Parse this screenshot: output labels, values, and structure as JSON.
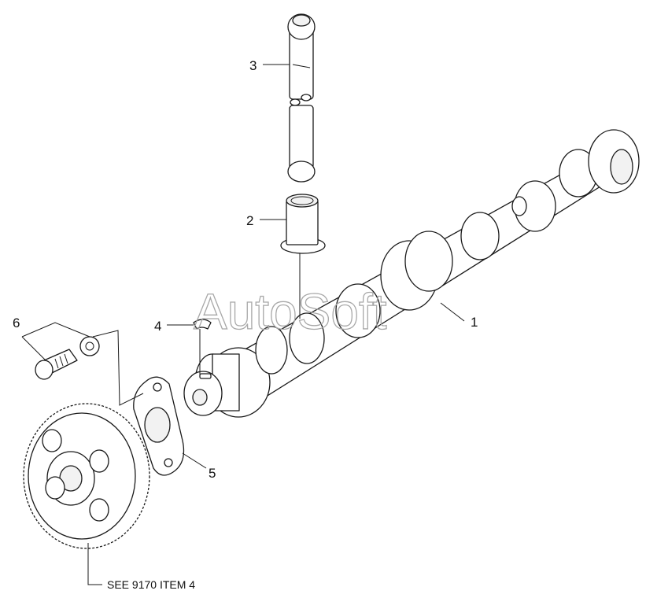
{
  "watermark": "AutoSoft",
  "callouts": {
    "c1": "1",
    "c2": "2",
    "c3": "3",
    "c4": "4",
    "c5": "5",
    "c6": "6"
  },
  "note": "SEE 9170 ITEM 4"
}
